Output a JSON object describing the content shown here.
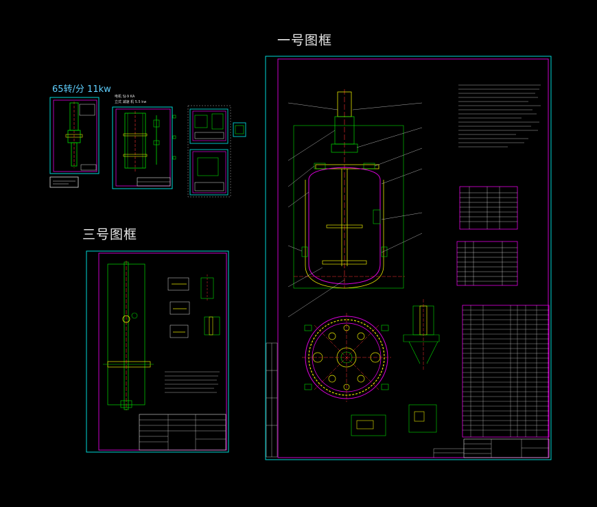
{
  "titles": {
    "frame1": "一号图框",
    "frame3": "三号图框",
    "speed_power": "65转/分 11kw"
  },
  "colors": {
    "background": "#000000",
    "frame": "#00d8d8",
    "inner_frame": "#e000e0",
    "geometry": "#00e000",
    "centerline": "#ff3030",
    "hatch": "#e8e800"
  }
}
